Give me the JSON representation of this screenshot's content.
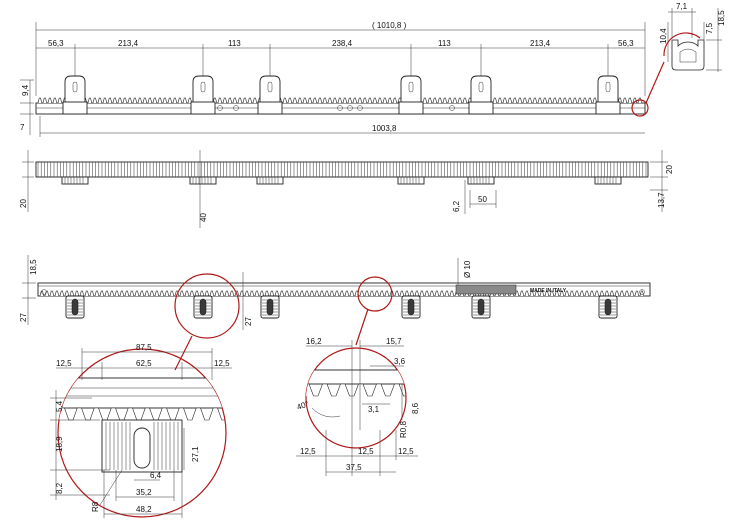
{
  "top_view": {
    "overall_top": "( 1010,8 )",
    "overall_bottom": "1003,8",
    "spacing": [
      "56,3",
      "213,4",
      "113",
      "238,4",
      "113",
      "213,4",
      "56,3"
    ],
    "left_height": "9,4",
    "left_base": "7"
  },
  "profile": {
    "width_top": "7,1",
    "height_total": "18,5",
    "inner": "10,4",
    "slot": "7,5"
  },
  "front_view": {
    "right_height": "20",
    "right_low": "13,7",
    "left_height": "20",
    "center_height": "40",
    "offset": "6,2",
    "pitch_gap": "50"
  },
  "third_view": {
    "left_top": "18,5",
    "left_bottom": "27",
    "center": "27",
    "hole": "Ø 10",
    "stamp": "MADE IN ITALY"
  },
  "detail_left": {
    "dims": [
      "87,5",
      "12,5",
      "62,5",
      "12,5",
      "5,4",
      "18,9",
      "27,1",
      "6,4",
      "8,2",
      "35,2",
      "48,2",
      "R8"
    ]
  },
  "detail_right": {
    "dims": [
      "16,2",
      "15,7",
      "3,6",
      "40°",
      "3,1",
      "8,6",
      "R0,8",
      "12,5",
      "12,5",
      "37,5",
      "12,5"
    ]
  }
}
